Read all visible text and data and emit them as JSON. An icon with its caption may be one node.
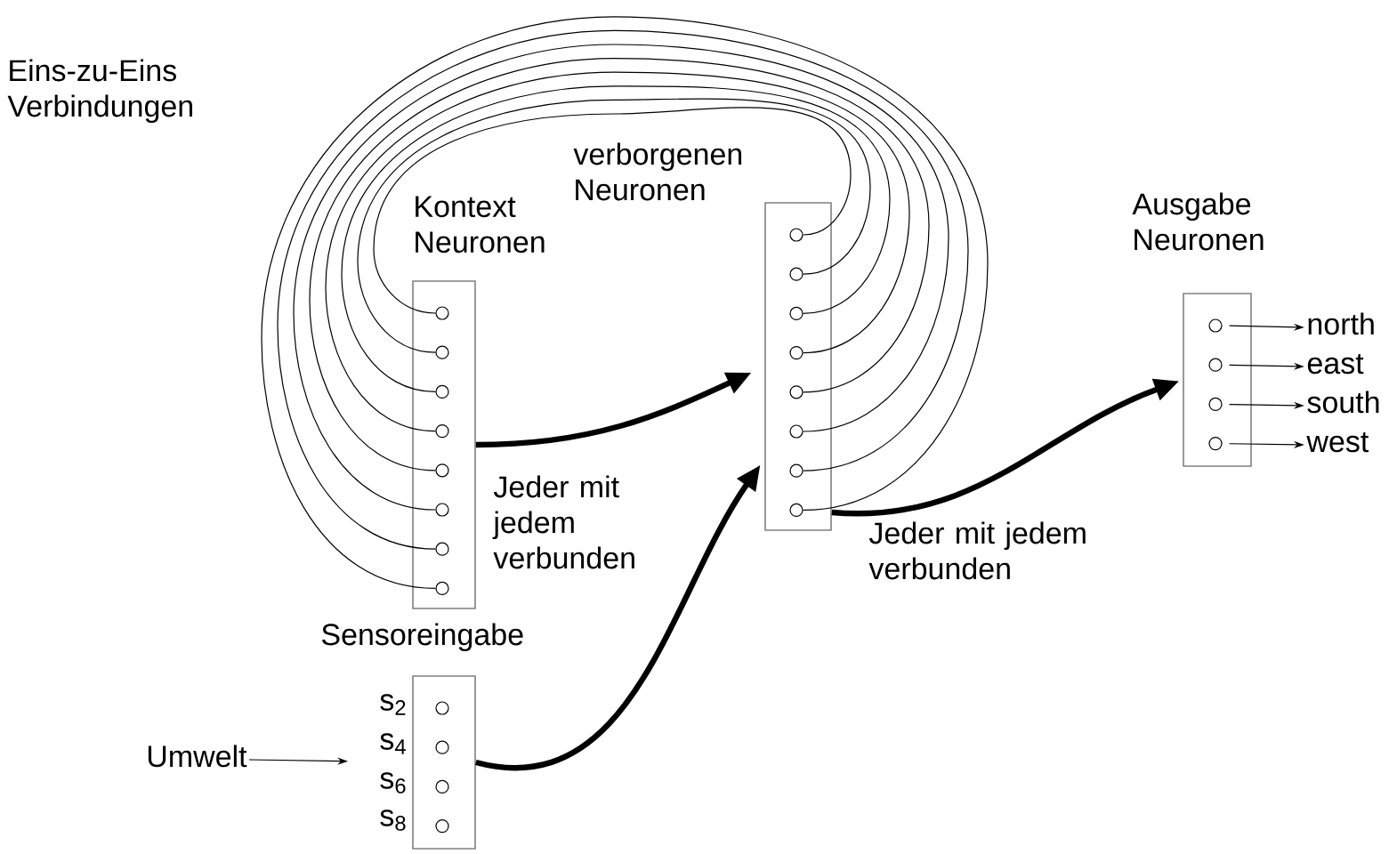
{
  "diagram": {
    "nodes": [
      {
        "text": [
          "Kontext Neuronen"
        ]
      },
      {
        "text": [],
        "shape": "circle",
        "in": 0
      },
      {
        "text": [],
        "shape": "circle",
        "in": 0
      },
      {
        "text": [],
        "shape": "circle",
        "in": 0
      },
      {
        "text": [],
        "shape": "circle",
        "in": 0
      },
      {
        "text": [],
        "shape": "circle",
        "in": 0
      },
      {
        "text": [],
        "shape": "circle",
        "in": 0
      },
      {
        "text": [],
        "shape": "circle",
        "in": 0
      },
      {
        "text": [],
        "shape": "circle",
        "in": 0
      },
      {
        "text": [
          "verborgenen Neuronen"
        ]
      },
      {
        "text": [],
        "shape": "circle",
        "in": 9
      },
      {
        "text": [],
        "shape": "circle",
        "in": 9
      },
      {
        "text": [],
        "shape": "circle",
        "in": 9
      },
      {
        "text": [],
        "shape": "circle",
        "in": 9
      },
      {
        "text": [],
        "shape": "circle",
        "in": 9
      },
      {
        "text": [],
        "shape": "circle",
        "in": 9
      },
      {
        "text": [],
        "shape": "circle",
        "in": 9
      },
      {
        "text": [],
        "shape": "circle",
        "in": 9
      },
      {
        "text": [
          "Ausgabe Neuronen"
        ]
      },
      {
        "text": [],
        "shape": "circle",
        "in": 18
      },
      {
        "text": [],
        "shape": "circle",
        "in": 18
      },
      {
        "text": [],
        "shape": "circle",
        "in": 18
      },
      {
        "text": [],
        "shape": "circle",
        "in": 18
      },
      {
        "text": [
          "north"
        ]
      },
      {
        "text": [
          "east"
        ]
      },
      {
        "text": [
          "south"
        ]
      },
      {
        "text": [
          "west"
        ]
      },
      {
        "text": [
          "Sensoreingabe"
        ],
        "beside": [
          "s$_{2}$",
          "s$_{4}$",
          "s$_{6}$",
          "s$_{8}$"
        ]
      },
      {
        "text": [],
        "shape": "circle",
        "in": 27
      },
      {
        "text": [],
        "shape": "circle",
        "in": 27
      },
      {
        "text": [],
        "shape": "circle",
        "in": 27
      },
      {
        "text": [],
        "shape": "circle",
        "in": 27
      },
      {
        "text": [
          "Umwelt"
        ]
      }
    ],
    "edges": [
      {
        "from": 10,
        "to": 1,
        "arrow": "none"
      },
      {
        "from": 11,
        "to": 2,
        "arrow": "none"
      },
      {
        "from": 12,
        "to": 3,
        "arrow": "none"
      },
      {
        "from": 13,
        "to": 4,
        "arrow": "none"
      },
      {
        "from": 14,
        "to": 5,
        "arrow": "none"
      },
      {
        "from": 15,
        "to": 6,
        "arrow": "none"
      },
      {
        "from": 16,
        "to": 7,
        "arrow": "none"
      },
      {
        "from": 17,
        "to": 8,
        "arrow": "none"
      },
      {
        "from": 0,
        "to": 9,
        "arrow": "to",
        "style": "thick",
        "label": "Jeder mit jedem verbunden"
      },
      {
        "from": 27,
        "to": 9,
        "arrow": "to",
        "style": "thick"
      },
      {
        "from": 9,
        "to": 18,
        "arrow": "to",
        "style": "thick",
        "label": "Jeder mit jedem verbunden"
      },
      {
        "from": 19,
        "to": 23,
        "arrow": "to"
      },
      {
        "from": 20,
        "to": 24,
        "arrow": "to"
      },
      {
        "from": 21,
        "to": 25,
        "arrow": "to"
      },
      {
        "from": 22,
        "to": 26,
        "arrow": "to"
      },
      {
        "from": 32,
        "to": 27,
        "arrow": "to"
      }
    ],
    "labels": [
      "Eins-zu-Eins Verbindungen"
    ]
  }
}
